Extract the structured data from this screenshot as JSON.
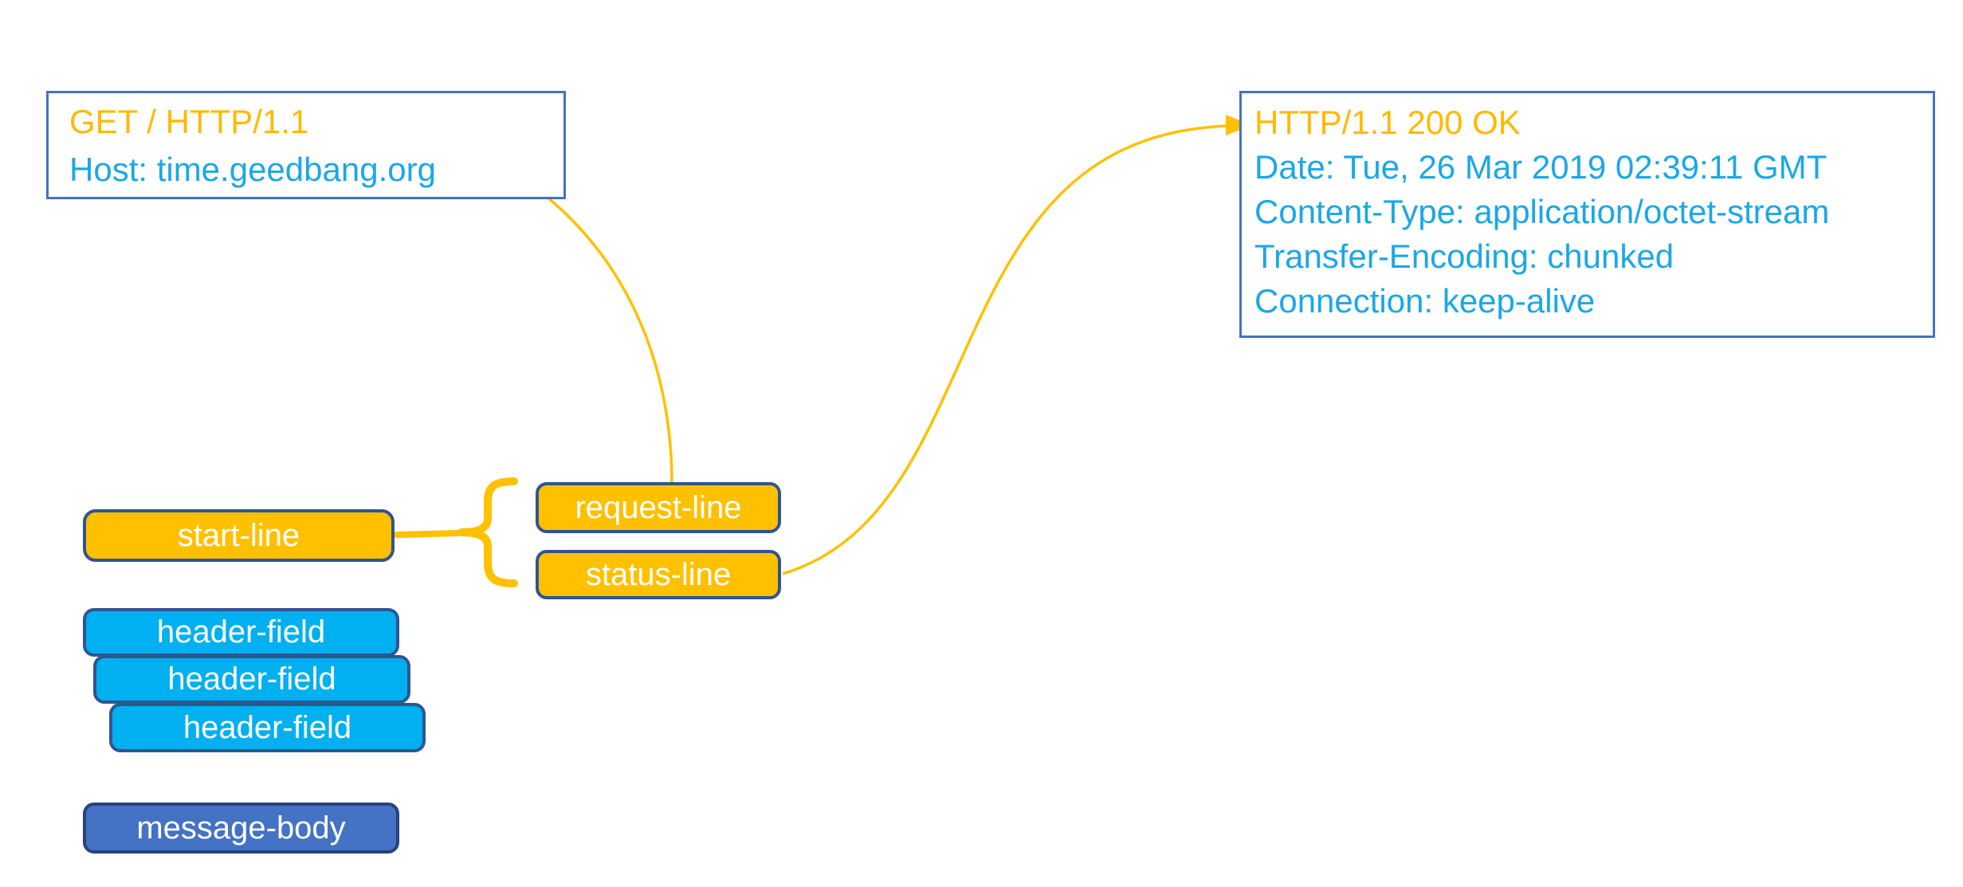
{
  "colors": {
    "gold": "#FFC000",
    "gold_text": "#FFB900",
    "cyan_text": "#1BA7E8",
    "cyan_fill": "#00B0F0",
    "indigo_fill": "#4472C4",
    "pill_border": "#2F5591",
    "body_border": "#27427C",
    "outbox_border": "#4472C4",
    "label_text": "#FFFFFF",
    "background": "#FFFFFF"
  },
  "request_message": {
    "request_line": "GET / HTTP/1.1",
    "host_header": "Host: time.geedbang.org"
  },
  "response_message": {
    "status_line": "HTTP/1.1 200 OK",
    "headers": [
      "Date: Tue, 26 Mar 2019 02:39:11 GMT",
      "Content-Type: application/octet-stream",
      "Transfer-Encoding: chunked",
      "Connection: keep-alive"
    ]
  },
  "structure_labels": {
    "start_line": "start-line",
    "request_line": "request-line",
    "status_line": "status-line",
    "header_field_1": "header-field",
    "header_field_2": "header-field",
    "header_field_3": "header-field",
    "message_body": "message-body"
  }
}
